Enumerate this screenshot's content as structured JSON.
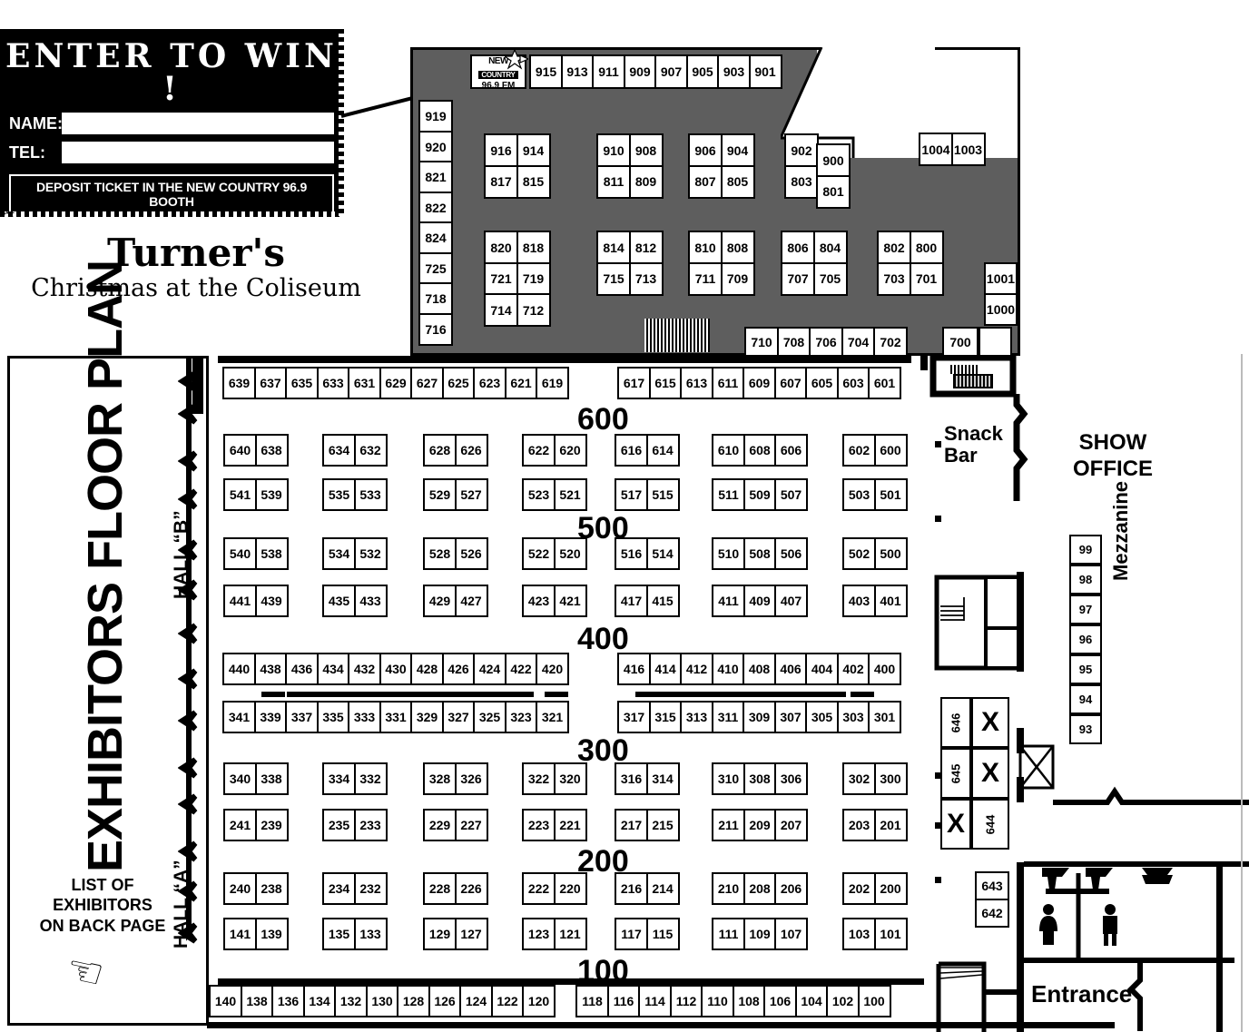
{
  "ticket": {
    "title": "ENTER TO WIN !",
    "name_label": "NAME:",
    "name_value": "",
    "tel_label": "TEL:",
    "tel_value": "",
    "footer": "DEPOSIT TICKET IN THE NEW COUNTRY 96.9 BOOTH"
  },
  "brand": {
    "line1": "Turner's",
    "line2": "Christmas at the Coliseum"
  },
  "sidebar": {
    "title": "EXHIBITORS FLOOR PLAN",
    "note_line1": "LIST OF",
    "note_line2": "EXHIBITORS",
    "note_line3": "ON BACK PAGE",
    "hall_b": "HALL “B”",
    "hall_a": "HALL “A”"
  },
  "radio_booth": {
    "line1": "NEW",
    "line2": "COUNTRY",
    "line3": "96.9 FM"
  },
  "labels": {
    "snack_bar": "Snack\nBar",
    "snack_bar_1": "Snack",
    "snack_bar_2": "Bar",
    "show_office_1": "SHOW",
    "show_office_2": "OFFICE",
    "mezzanine": "Mezzanine",
    "entrance": "Entrance",
    "x_mark": "X"
  },
  "section_labels": [
    "600",
    "500",
    "400",
    "300",
    "200",
    "100"
  ],
  "booths": {
    "row_900_top": [
      "915",
      "913",
      "911",
      "909",
      "907",
      "905",
      "903",
      "901"
    ],
    "col_left_vertical": [
      "919",
      "920",
      "821",
      "822",
      "824",
      "725",
      "718",
      "716"
    ],
    "pair_916": [
      "916",
      "914",
      "817",
      "815"
    ],
    "pair_910": [
      "910",
      "908",
      "811",
      "809"
    ],
    "pair_906": [
      "906",
      "904",
      "807",
      "805"
    ],
    "pair_902": [
      "902",
      "803"
    ],
    "pair_900": [
      "900",
      "801"
    ],
    "corner_1000s": [
      "1004",
      "1003"
    ],
    "pair_820": [
      "820",
      "818",
      "721",
      "719",
      "714",
      "712"
    ],
    "pair_814": [
      "814",
      "812",
      "715",
      "713"
    ],
    "pair_810": [
      "810",
      "808",
      "711",
      "709"
    ],
    "pair_806": [
      "806",
      "804",
      "707",
      "705"
    ],
    "pair_802": [
      "802",
      "800",
      "703",
      "701"
    ],
    "row_700_bottom": [
      "710",
      "708",
      "706",
      "704",
      "702"
    ],
    "booth_700": "700",
    "col_1001": [
      "1001",
      "1000"
    ],
    "row_639": [
      "639",
      "637",
      "635",
      "633",
      "631",
      "629",
      "627",
      "625",
      "623",
      "621",
      "619"
    ],
    "row_617": [
      "617",
      "615",
      "613",
      "611",
      "609",
      "607",
      "605",
      "603",
      "601"
    ],
    "grid_640_541": [
      [
        "640",
        "638"
      ],
      [
        "634",
        "632"
      ],
      [
        "628",
        "626"
      ],
      [
        "622",
        "620"
      ],
      [
        "616",
        "614"
      ],
      [
        "610",
        "608",
        "606"
      ],
      [
        "602",
        "600"
      ]
    ],
    "grid_541": [
      [
        "541",
        "539"
      ],
      [
        "535",
        "533"
      ],
      [
        "529",
        "527"
      ],
      [
        "523",
        "521"
      ],
      [
        "517",
        "515"
      ],
      [
        "511",
        "509",
        "507"
      ],
      [
        "503",
        "501"
      ]
    ],
    "grid_540": [
      [
        "540",
        "538"
      ],
      [
        "534",
        "532"
      ],
      [
        "528",
        "526"
      ],
      [
        "522",
        "520"
      ],
      [
        "516",
        "514"
      ],
      [
        "510",
        "508",
        "506"
      ],
      [
        "502",
        "500"
      ]
    ],
    "grid_441": [
      [
        "441",
        "439"
      ],
      [
        "435",
        "433"
      ],
      [
        "429",
        "427"
      ],
      [
        "423",
        "421"
      ],
      [
        "417",
        "415"
      ],
      [
        "411",
        "409",
        "407"
      ],
      [
        "403",
        "401"
      ]
    ],
    "row_440": [
      "440",
      "438",
      "436",
      "434",
      "432",
      "430",
      "428",
      "426",
      "424",
      "422",
      "420"
    ],
    "row_416": [
      "416",
      "414",
      "412",
      "410",
      "408",
      "406",
      "404",
      "402",
      "400"
    ],
    "row_341": [
      "341",
      "339",
      "337",
      "335",
      "333",
      "331",
      "329",
      "327",
      "325",
      "323",
      "321"
    ],
    "row_317": [
      "317",
      "315",
      "313",
      "311",
      "309",
      "307",
      "305",
      "303",
      "301"
    ],
    "grid_340": [
      [
        "340",
        "338"
      ],
      [
        "334",
        "332"
      ],
      [
        "328",
        "326"
      ],
      [
        "322",
        "320"
      ],
      [
        "316",
        "314"
      ],
      [
        "310",
        "308",
        "306"
      ],
      [
        "302",
        "300"
      ]
    ],
    "grid_241": [
      [
        "241",
        "239"
      ],
      [
        "235",
        "233"
      ],
      [
        "229",
        "227"
      ],
      [
        "223",
        "221"
      ],
      [
        "217",
        "215"
      ],
      [
        "211",
        "209",
        "207"
      ],
      [
        "203",
        "201"
      ]
    ],
    "grid_240": [
      [
        "240",
        "238"
      ],
      [
        "234",
        "232"
      ],
      [
        "228",
        "226"
      ],
      [
        "222",
        "220"
      ],
      [
        "216",
        "214"
      ],
      [
        "210",
        "208",
        "206"
      ],
      [
        "202",
        "200"
      ]
    ],
    "grid_141": [
      [
        "141",
        "139"
      ],
      [
        "135",
        "133"
      ],
      [
        "129",
        "127"
      ],
      [
        "123",
        "121"
      ],
      [
        "117",
        "115"
      ],
      [
        "111",
        "109",
        "107"
      ],
      [
        "103",
        "101"
      ]
    ],
    "row_140": [
      "140",
      "138",
      "136",
      "134",
      "132",
      "130",
      "128",
      "126",
      "124",
      "122",
      "120"
    ],
    "row_118": [
      "118",
      "116",
      "114",
      "112",
      "110",
      "108",
      "106",
      "104",
      "102",
      "100"
    ],
    "mezzanine_stack": [
      "99",
      "98",
      "97",
      "96",
      "95",
      "94",
      "93"
    ],
    "right_col_646": [
      "646",
      "645",
      "644"
    ],
    "right_col_643": [
      "643",
      "642"
    ]
  }
}
